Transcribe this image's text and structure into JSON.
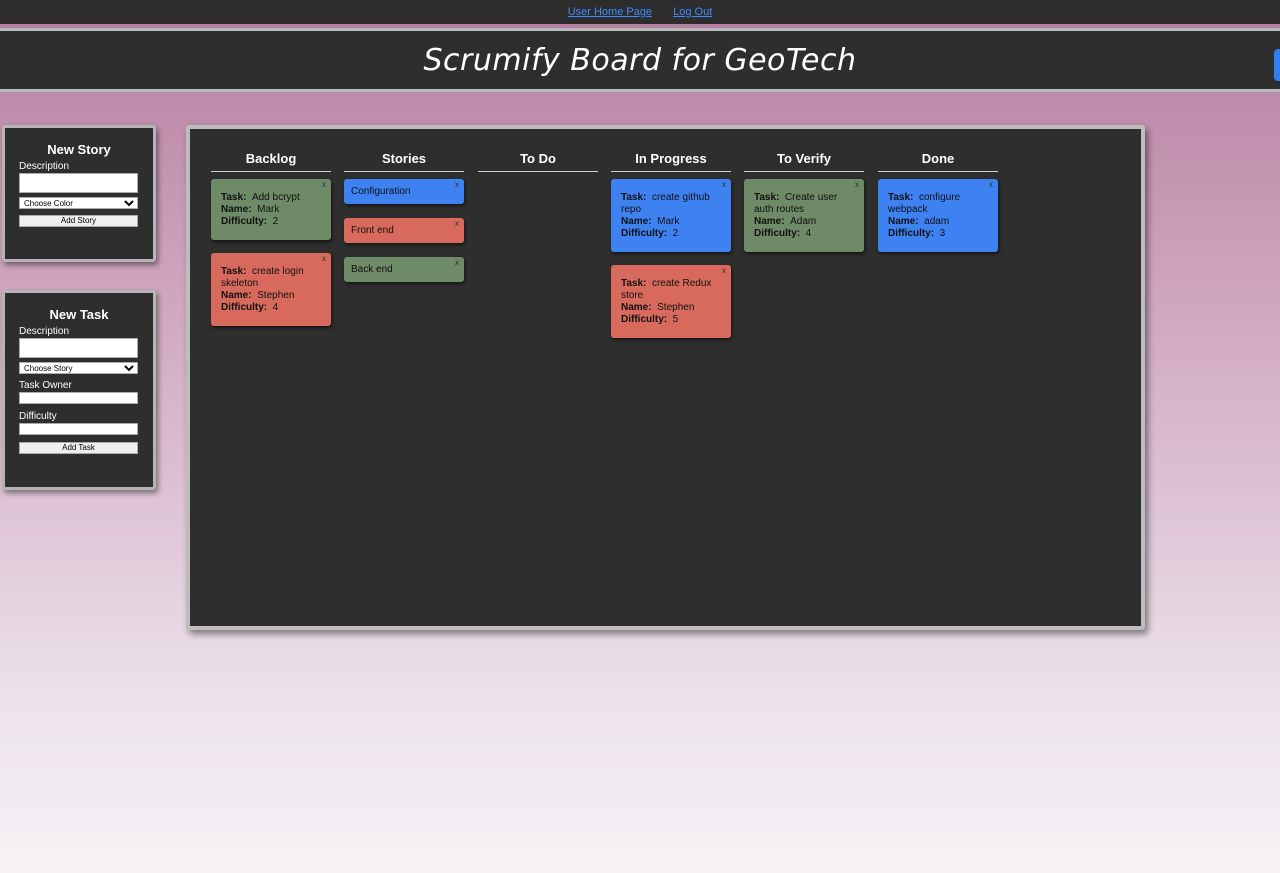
{
  "nav": {
    "home": "User Home Page",
    "logout": "Log Out"
  },
  "header": {
    "title": "Scrumify Board for GeoTech"
  },
  "new_story": {
    "title": "New Story",
    "description_label": "Description",
    "color_select": "Choose Color",
    "button": "Add Story"
  },
  "new_task": {
    "title": "New Task",
    "description_label": "Description",
    "story_select": "Choose Story",
    "owner_label": "Task Owner",
    "difficulty_label": "Difficulty",
    "button": "Add Task"
  },
  "labels": {
    "task": "Task:",
    "name": "Name:",
    "difficulty": "Difficulty:",
    "close": "x"
  },
  "colors": {
    "green": "#6e8a66",
    "red": "#d86a5d",
    "blue": "#3e82f2"
  },
  "columns": [
    {
      "title": "Backlog",
      "cards": [
        {
          "task": "Add bcrypt",
          "name": "Mark",
          "difficulty": "2",
          "color": "#6e8a66"
        },
        {
          "task": "create login skeleton",
          "name": "Stephen",
          "difficulty": "4",
          "color": "#d86a5d"
        }
      ]
    },
    {
      "title": "Stories",
      "stories": [
        {
          "label": "Configuration",
          "color": "#3e82f2"
        },
        {
          "label": "Front end",
          "color": "#d86a5d"
        },
        {
          "label": "Back end",
          "color": "#6e8a66"
        }
      ]
    },
    {
      "title": "To Do",
      "cards": []
    },
    {
      "title": "In Progress",
      "cards": [
        {
          "task": "create github repo",
          "name": "Mark",
          "difficulty": "2",
          "color": "#3e82f2"
        },
        {
          "task": "create Redux store",
          "name": "Stephen",
          "difficulty": "5",
          "color": "#d86a5d"
        }
      ]
    },
    {
      "title": "To Verify",
      "cards": [
        {
          "task": "Create user auth routes",
          "name": "Adam",
          "difficulty": "4",
          "color": "#6e8a66"
        }
      ]
    },
    {
      "title": "Done",
      "cards": [
        {
          "task": "configure webpack",
          "name": "adam",
          "difficulty": "3",
          "color": "#3e82f2"
        }
      ]
    }
  ]
}
